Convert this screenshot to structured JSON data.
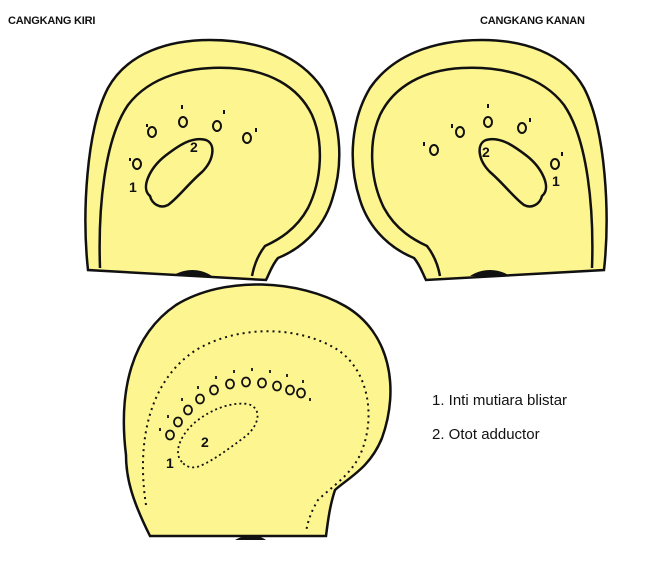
{
  "labels": {
    "left_shell": "CANGKANG KIRI",
    "right_shell": "CANGKANG KANAN"
  },
  "markers": {
    "one": "1",
    "two": "2"
  },
  "legend": [
    "1. Inti mutiara blistar",
    "2. Otot adductor"
  ],
  "colors": {
    "shell_fill": "#fdf58f",
    "outline": "#111111",
    "background": "#ffffff"
  }
}
